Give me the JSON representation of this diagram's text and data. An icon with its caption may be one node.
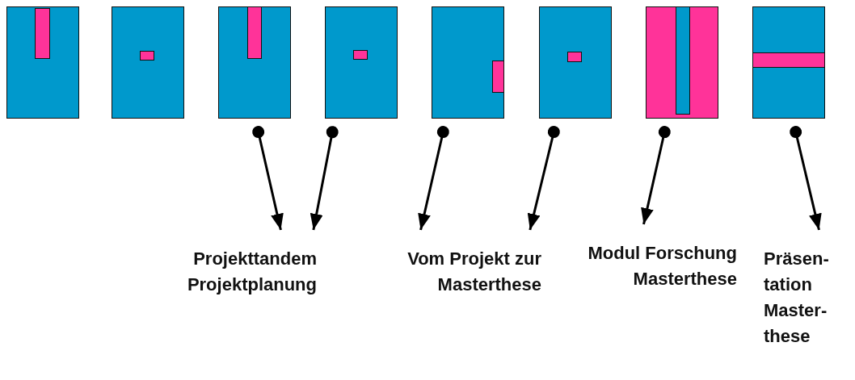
{
  "diagram": {
    "nodes": [
      {
        "text": [],
        "shape": "box"
      },
      {
        "text": [],
        "shape": "box"
      },
      {
        "text": [],
        "shape": "box"
      },
      {
        "text": [],
        "shape": "box"
      },
      {
        "text": [],
        "shape": "box"
      },
      {
        "text": [],
        "shape": "box"
      },
      {
        "text": [],
        "shape": "box"
      },
      {
        "text": [],
        "shape": "box"
      },
      {
        "text": [
          "Projekttandem Projektplanung"
        ]
      },
      {
        "text": [
          "Vom Projekt zur Masterthese"
        ]
      },
      {
        "text": [
          "Modul Forschung Masterthese"
        ]
      },
      {
        "text": [
          "Präsen- tation Master- these"
        ]
      }
    ],
    "edges": [
      {
        "from": 2,
        "to": 8,
        "arrow": "to"
      },
      {
        "from": 3,
        "to": 8,
        "arrow": "to"
      },
      {
        "from": 4,
        "to": 9,
        "arrow": "to"
      },
      {
        "from": 5,
        "to": 9,
        "arrow": "to"
      },
      {
        "from": 6,
        "to": 10,
        "arrow": "to"
      },
      {
        "from": 7,
        "to": 11,
        "arrow": "to"
      }
    ]
  }
}
